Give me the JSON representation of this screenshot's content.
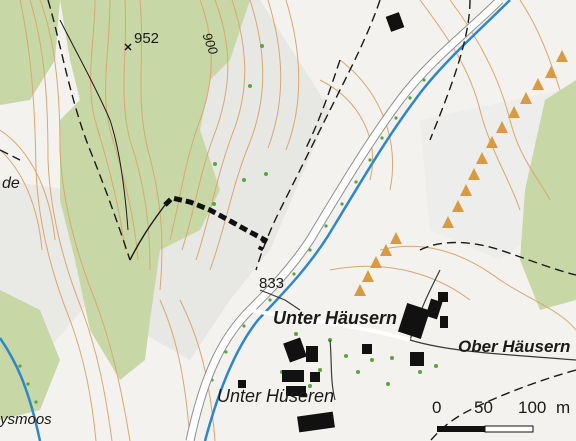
{
  "map": {
    "labels": {
      "peak_elevation": "952",
      "contour_label": "900",
      "spot_elevation": "833",
      "partial_place_left": "de",
      "place_unter_haeusern": "Unter Häusern",
      "place_ober_haeusern": "Ober Häusern",
      "place_unter_hueseren": "Unter Hüseren",
      "place_partial_bottom_left": "ysmoos"
    },
    "scale_bar": {
      "tick_0": "0",
      "tick_50": "50",
      "tick_100": "100",
      "unit": "m"
    },
    "colors": {
      "background": "#f3f2ef",
      "forest": "#c8d7a6",
      "contour": "#d9a770",
      "river": "#2f86c9",
      "road": "#ffffff",
      "trail": "#1a1a1a",
      "buildings": "#111111",
      "green_dots": "#5aa43e",
      "rock_triangles": "#d99a44"
    },
    "icons": {
      "peak_marker": "peak-cross-icon"
    }
  }
}
